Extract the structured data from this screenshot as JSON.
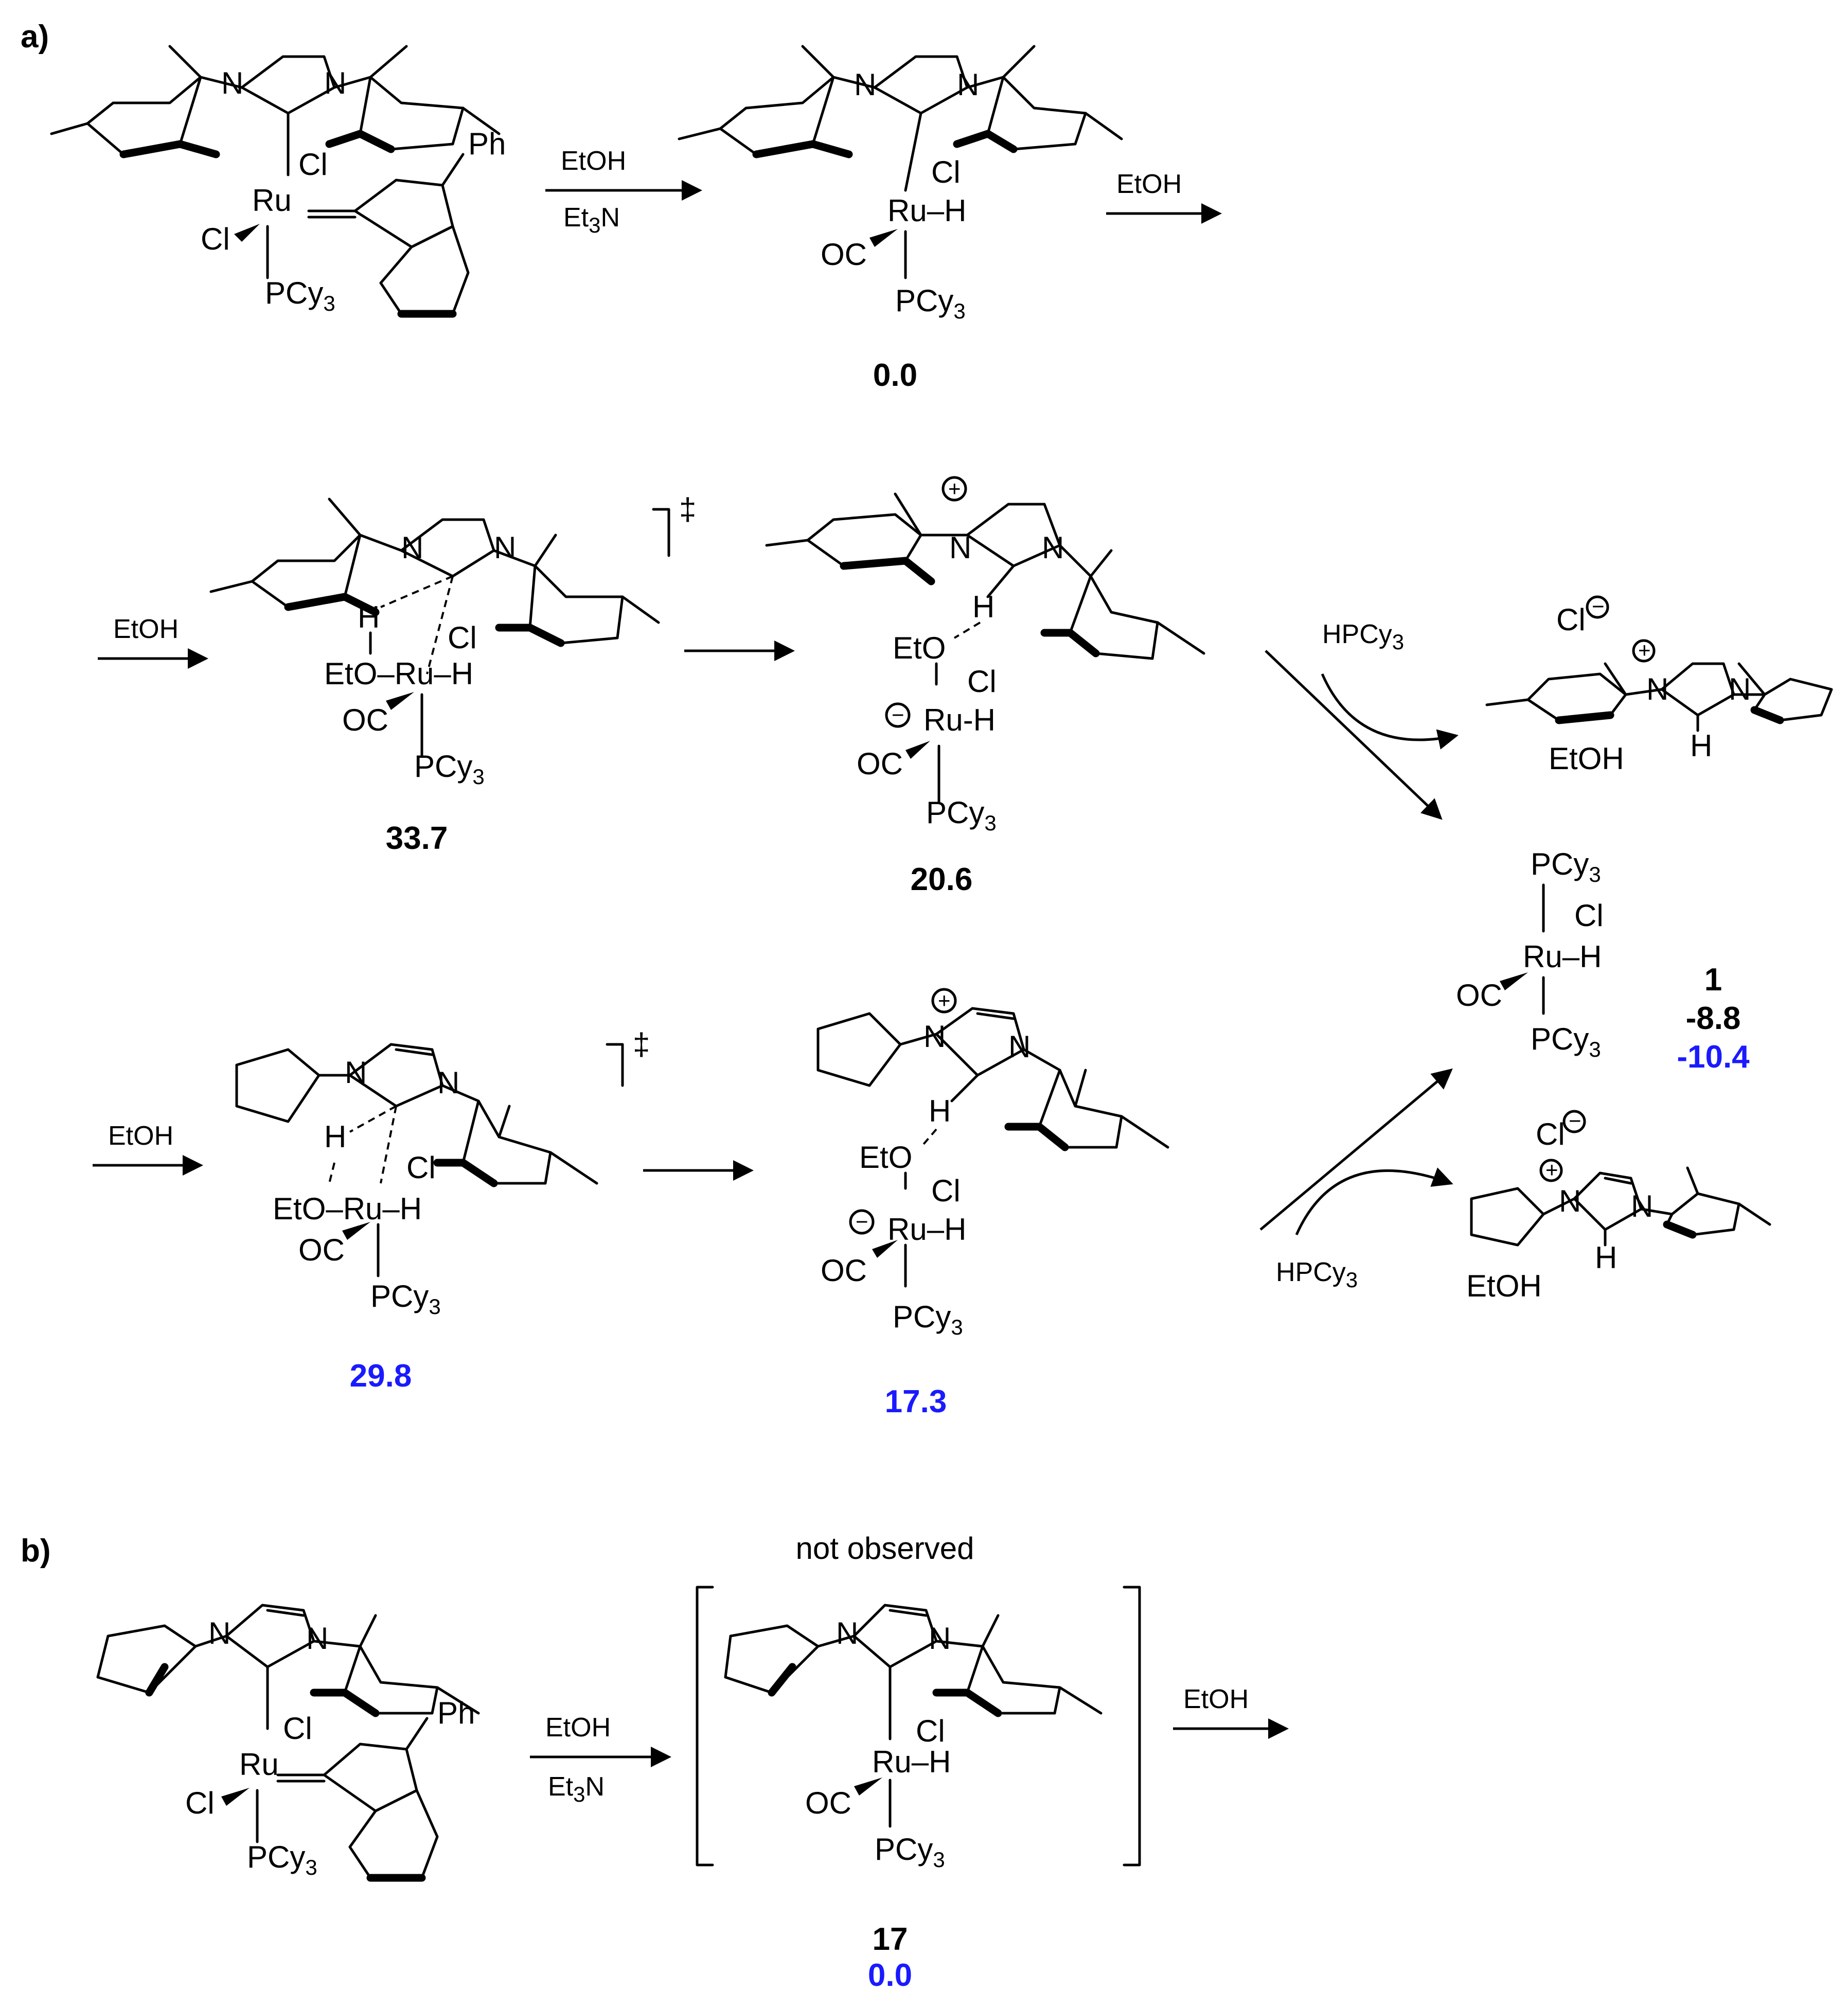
{
  "panels": {
    "a": "a)",
    "b": "b)"
  },
  "atoms": {
    "N": "N",
    "Ru": "Ru",
    "Cl": "Cl",
    "H": "H",
    "Ph": "Ph",
    "OC": "OC",
    "PCy": "PCy",
    "three": "3",
    "EtO": "EtO",
    "EtOH": "EtOH",
    "Ru_H": "Ru–H",
    "Ru_dot_H": "Ru-H",
    "EtO_Ru_H": "EtO–Ru–H"
  },
  "reagents": {
    "EtOH": "EtOH",
    "Et": "Et",
    "sub3": "3",
    "N": "N",
    "HPCy": "HPCy"
  },
  "symbols": {
    "dagger": "‡",
    "plus": "+",
    "minus": "−"
  },
  "energies": {
    "e1": "0.0",
    "e2": "33.7",
    "e3": "20.6",
    "e4": "29.8",
    "e5": "17.3",
    "prod_label": "1",
    "prod_e1": "-8.8",
    "prod_e2": "-10.4",
    "b_label": "17",
    "b_e": "0.0"
  },
  "notes": {
    "not_observed": "not observed"
  },
  "colors": {
    "blue": "#1a1aff",
    "black": "#000000"
  }
}
